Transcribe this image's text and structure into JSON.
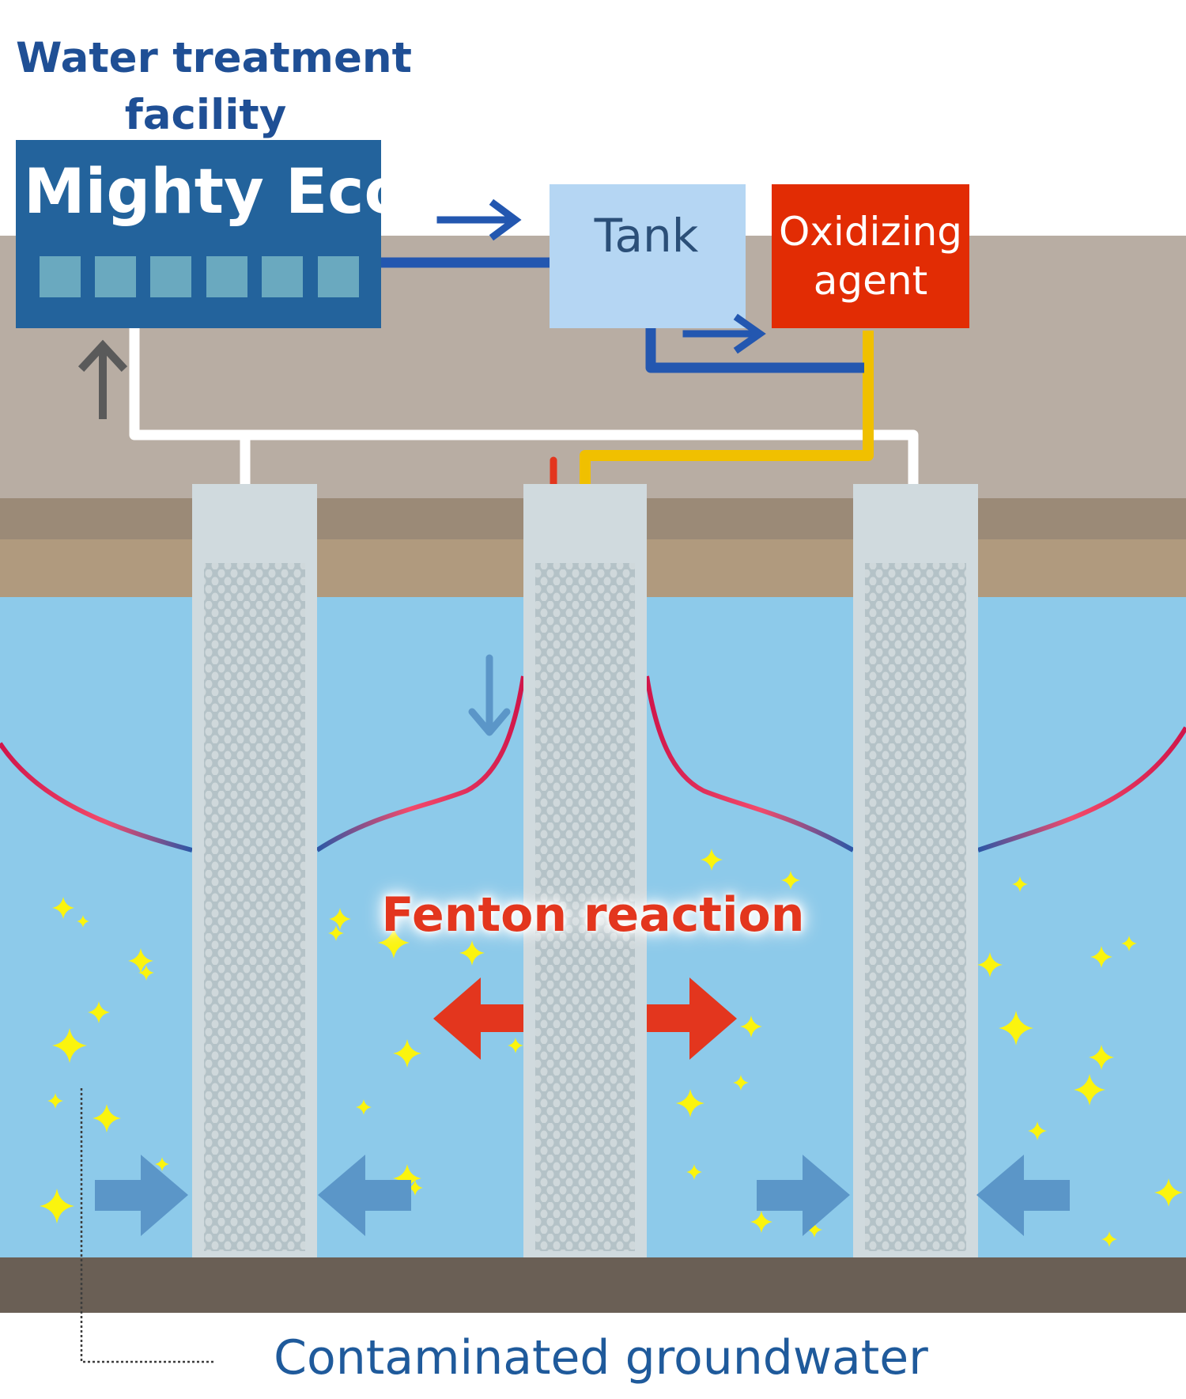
{
  "diagram": {
    "facility_title": [
      "Water treatment",
      "facility"
    ],
    "unit_name": "Mighty Eco",
    "tank_label": "Tank",
    "oxidizer_label": [
      "Oxidizing",
      "agent"
    ],
    "reaction_label": "Fenton reaction",
    "groundwater_label": "Contaminated groundwater"
  },
  "colors": {
    "facility_box": "#23639c",
    "tank_box": "#b5d6f3",
    "oxidizer_box": "#e22c04",
    "soil_surface": "#b8ada3",
    "soil_dark": "#9b8a77",
    "soil_light": "#b09a7e",
    "groundwater": "#8dcaea",
    "bedrock": "#6a5f55",
    "well_casing": "#d0dade",
    "pipe_blue": "#2357b0",
    "pipe_yellow": "#f0c000",
    "arrow_red": "#e3361e",
    "flow_arrow": "#5b96c8",
    "sparkle": "#fbf40e"
  }
}
